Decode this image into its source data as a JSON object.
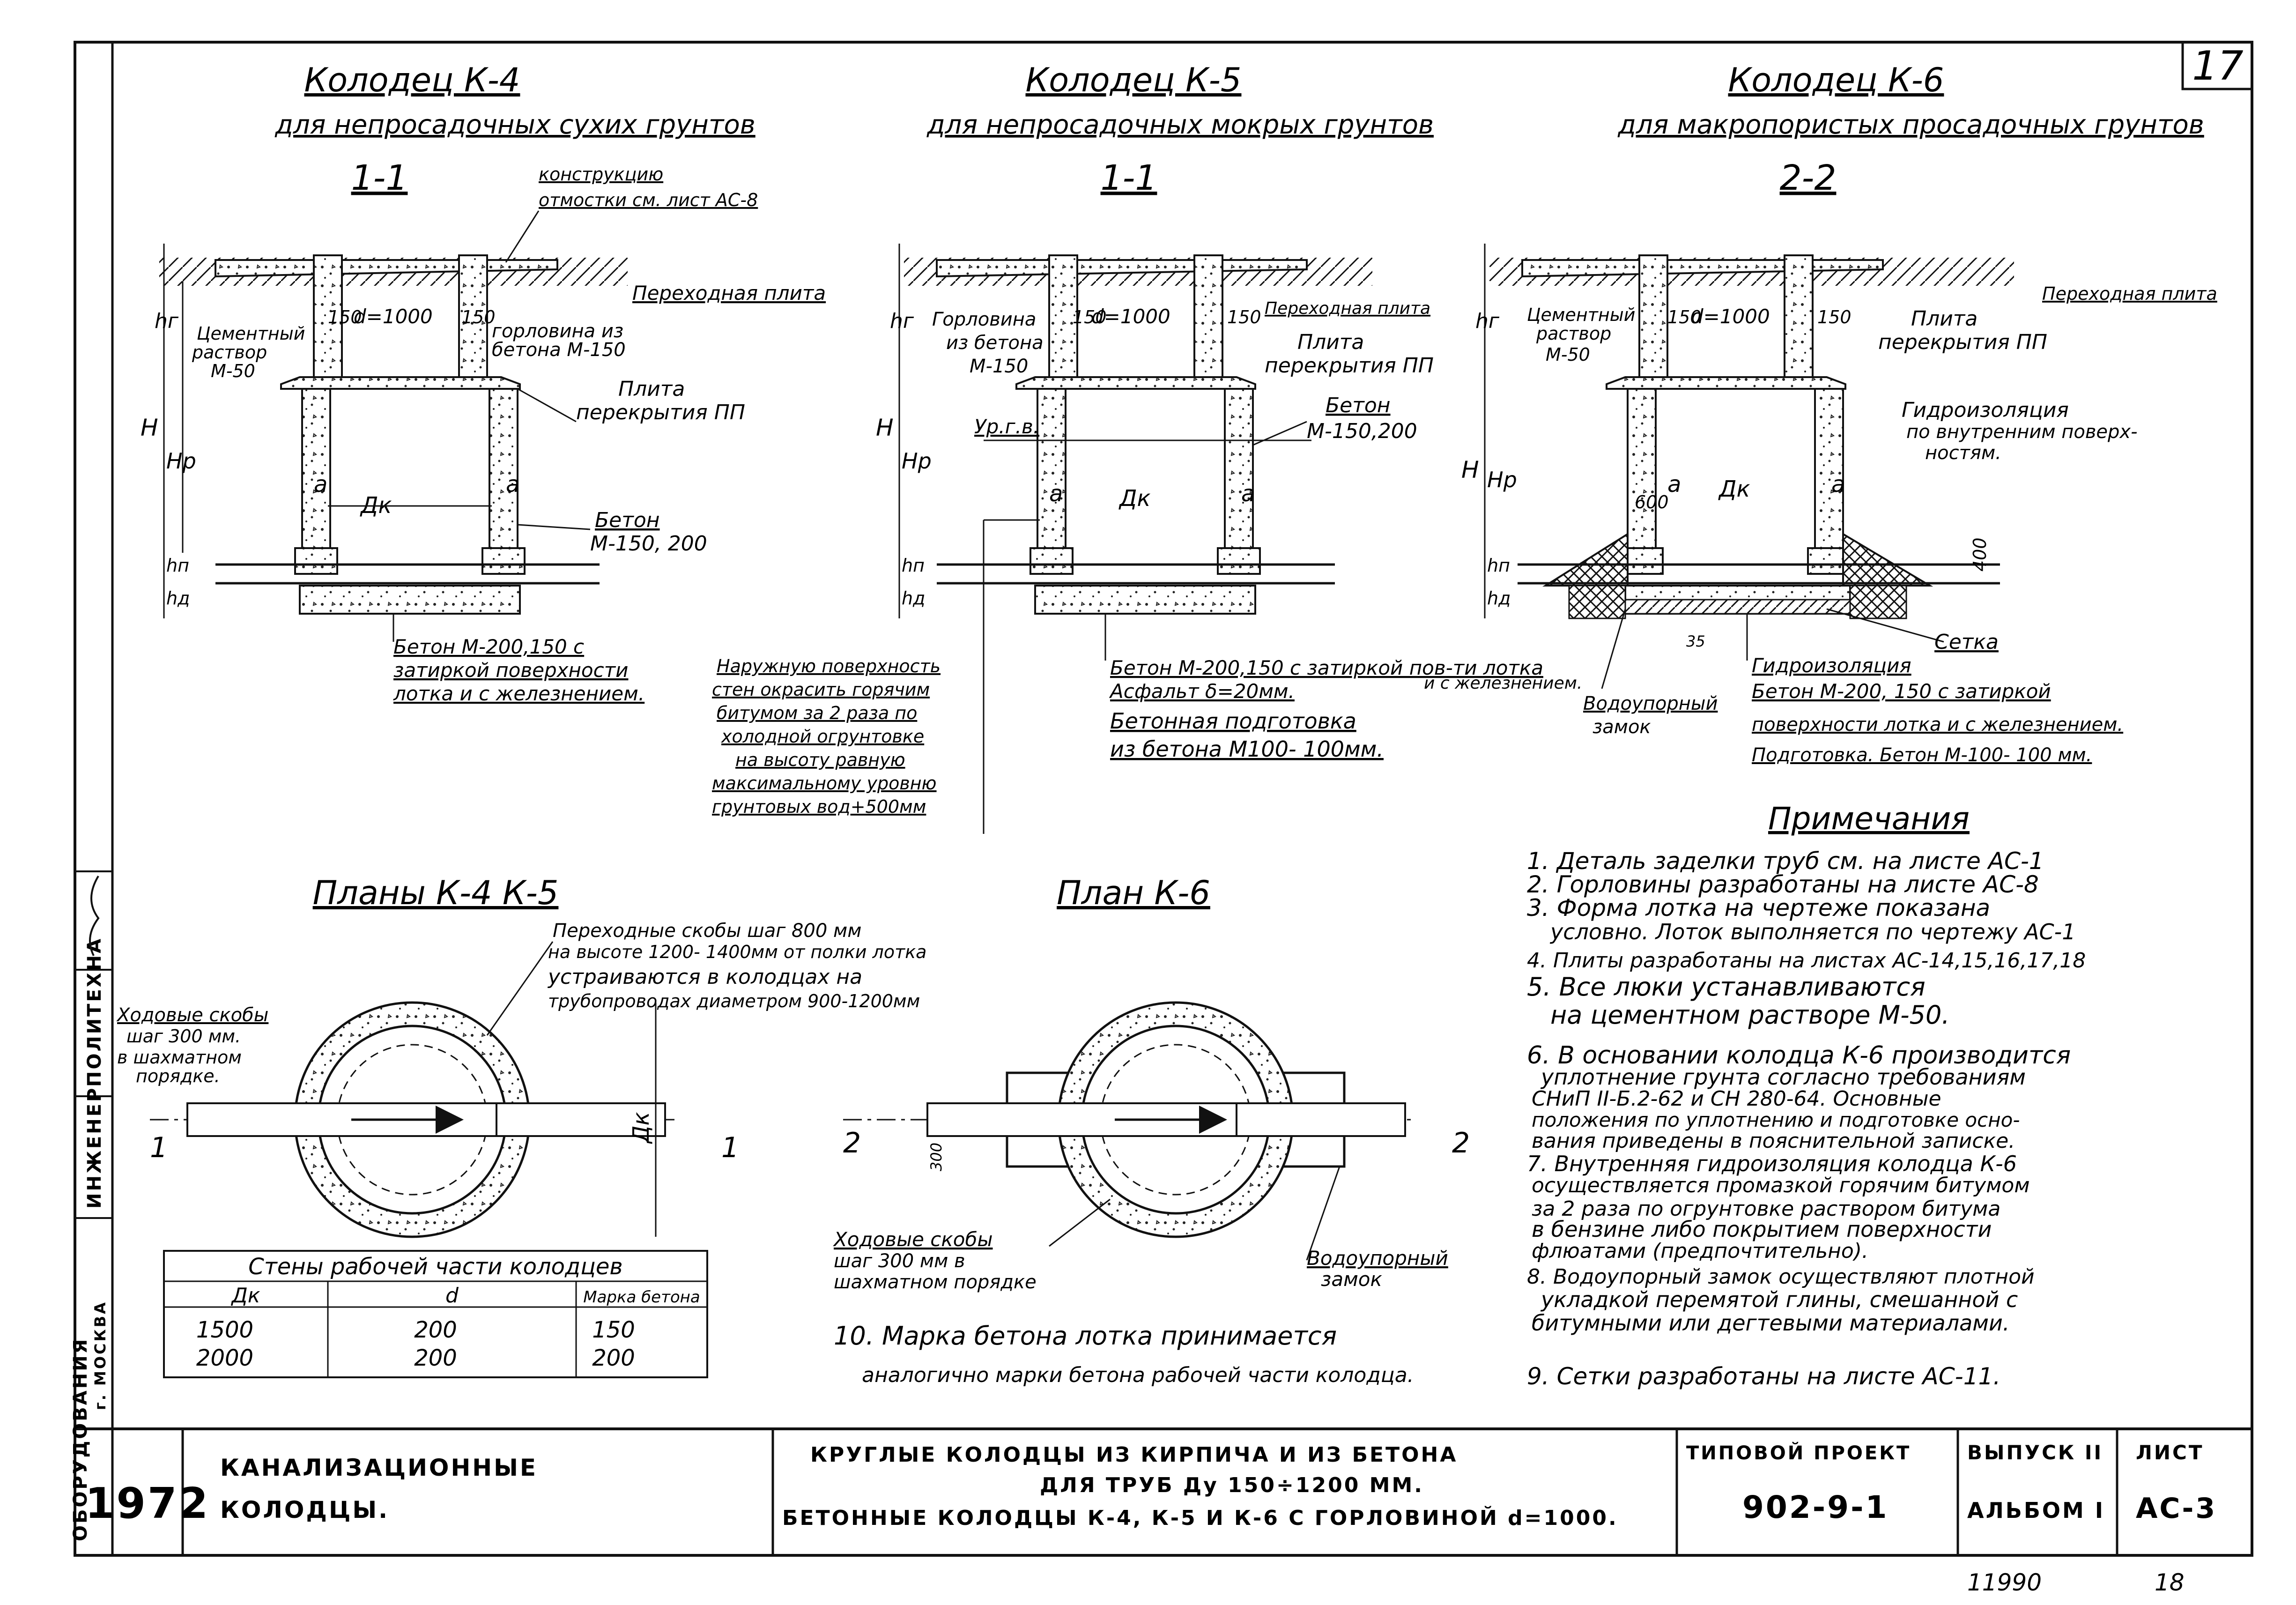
{
  "sheet": {
    "number": "17",
    "bottom_left": "11990",
    "bottom_right": "18"
  },
  "titles": {
    "k4_title": "Колодец К-4",
    "k4_sub": "для непросадочных сухих грунтов",
    "k5_title": "Колодец К-5",
    "k5_sub": "для непросадочных мокрых грунтов",
    "k6_title": "Колодец К-6",
    "k6_sub": "для макропористых просадочных грунтов"
  },
  "sections": {
    "k4": "1-1",
    "k5": "1-1",
    "k6": "2-2",
    "plans_k4k5": "Планы К-4 К-5",
    "plan_k6": "План К-6"
  },
  "labels": {
    "construction_note_1": "конструкцию",
    "construction_note_2": "отмостки см. лист АС-8",
    "transitional_plate": "Переходная плита",
    "diameter": "d=1000",
    "dim_150": "150",
    "neck_1": "горловина из",
    "neck_2": "бетона М-150",
    "cement_1": "Цементный",
    "cement_2": "раствор",
    "cement_3": "М-50",
    "slab_1": "Плита",
    "slab_2": "перекрытия ПП",
    "concrete_1": "Бетон",
    "concrete_2": "М-150, 200",
    "concrete_k5": "М-150,200",
    "hg": "hг",
    "h_total": "H",
    "hr": "Hр",
    "hp": "hп",
    "hd": "hд",
    "a": "а",
    "dk": "Дк",
    "gw_level": "Ур.г.в.",
    "k4_bottom_1": "Бетон М-200,150 с",
    "k4_bottom_2": "затиркой поверхности",
    "k4_bottom_3": "лотка и с железнением.",
    "k5_neck_1": "Горловина",
    "k5_neck_2": "из бетона",
    "k5_neck_3": "М-150",
    "outer_1": "Наружную поверхность",
    "outer_2": "стен окрасить горячим",
    "outer_3": "битумом за 2 раза по",
    "outer_4": "холодной огрунтовке",
    "outer_5": "на высоту равную",
    "outer_6": "максимальному уровню",
    "outer_7": "грунтовых вод+500мм",
    "k5_bottom_1": "Бетон М-200,150 с затиркой пов-ти лотка",
    "k5_bottom_1b": "и с железнением.",
    "k5_bottom_2": "Асфальт δ=20мм.",
    "k5_bottom_3": "Бетонная подготовка",
    "k5_bottom_4": "из бетона М100- 100мм.",
    "waterproof_1": "Гидроизоляция",
    "waterproof_2": "по внутренним поверх-",
    "waterproof_3": "ностям.",
    "dim_600": "600",
    "dim_400": "400",
    "dim_35": "35",
    "mesh": "Сетка",
    "water_lock_1": "Водоупорный",
    "water_lock_2": "замок",
    "k6_bottom_1": "Гидроизоляция",
    "k6_bottom_2": "Бетон М-200, 150 с затиркой",
    "k6_bottom_3": "поверхности лотка и с железнением.",
    "k6_bottom_4": "Подготовка. Бетон М-100- 100 мм.",
    "rungs_plan_1": "Переходные скобы шаг 800 мм",
    "rungs_plan_2": "на высоте 1200- 1400мм от полки лотка",
    "rungs_plan_3": "устраиваются в колодцах на",
    "rungs_plan_4": "трубопроводах диаметром 900-1200мм",
    "step_1": "Ходовые скобы",
    "step_2": "шаг 300 мм.",
    "step_3": "в шахматном",
    "step_4": "порядке.",
    "step_k6_1": "Ходовые скобы",
    "step_k6_2": "шаг 300 мм в",
    "step_k6_3": "шахматном порядке",
    "cut_1": "1",
    "cut_2": "2",
    "dim_300": "300"
  },
  "table": {
    "title": "Стены рабочей части колодцев",
    "headers": [
      "Дк",
      "d",
      "Марка бетона"
    ],
    "rows": [
      [
        "1500",
        "200",
        "150"
      ],
      [
        "2000",
        "200",
        "200"
      ]
    ]
  },
  "notes": {
    "title": "Примечания",
    "items": [
      "1. Деталь заделки труб см. на листе АС-1",
      "2. Горловины разработаны на листе АС-8",
      "3. Форма лотка на чертеже показана",
      "условно. Лоток выполняется по чертежу АС-1",
      "4. Плиты разработаны на листах АС-14,15,16,17,18",
      "5. Все люки устанавливаются",
      "на цементном растворе М-50.",
      "6. В основании колодца К-6 производится",
      "уплотнение грунта согласно требованиям",
      "СНиП II-Б.2-62 и СН 280-64. Основные",
      "положения по уплотнению и подготовке осно-",
      "вания приведены в пояснительной записке.",
      "7. Внутренняя гидроизоляция колодца К-6",
      "осуществляется промазкой горячим битумом",
      "за 2 раза по огрунтовке раствором битума",
      "в бензине либо покрытием поверхности",
      "флюатами (предпочтительно).",
      "8. Водоупорный замок осуществляют плотной",
      "укладкой перемятой глины, смешанной с",
      "битумными или дегтевыми материалами.",
      "9. Сетки разработаны на листе АС-11."
    ],
    "note10_1": "10. Марка бетона лотка принимается",
    "note10_2": "аналогично марки бетона рабочей части колодца."
  },
  "stamp": {
    "side_1": "ОБОРУДОВАНИЯ",
    "side_1b": "г. МОСКВА",
    "side_2": "ИНЖЕНЕР",
    "side_3": "ПОЛИТЕХНА",
    "year": "1972",
    "name_1": "КАНАЛИЗАЦИОННЫЕ",
    "name_2": "КОЛОДЦЫ.",
    "desc_1": "КРУГЛЫЕ КОЛОДЦЫ ИЗ КИРПИЧА И ИЗ БЕТОНА",
    "desc_2": "ДЛЯ ТРУБ Ду 150÷1200 ММ.",
    "desc_3": "БЕТОННЫЕ КОЛОДЦЫ К-4, К-5 И К-6 С ГОРЛОВИНОЙ d=1000.",
    "project_label": "ТИПОВОЙ ПРОЕКТ",
    "project_code": "902-9-1",
    "issue_label": "ВЫПУСК II",
    "album": "АЛЬБОМ I",
    "sheet_label": "ЛИСТ",
    "sheet_code": "АС-3"
  }
}
